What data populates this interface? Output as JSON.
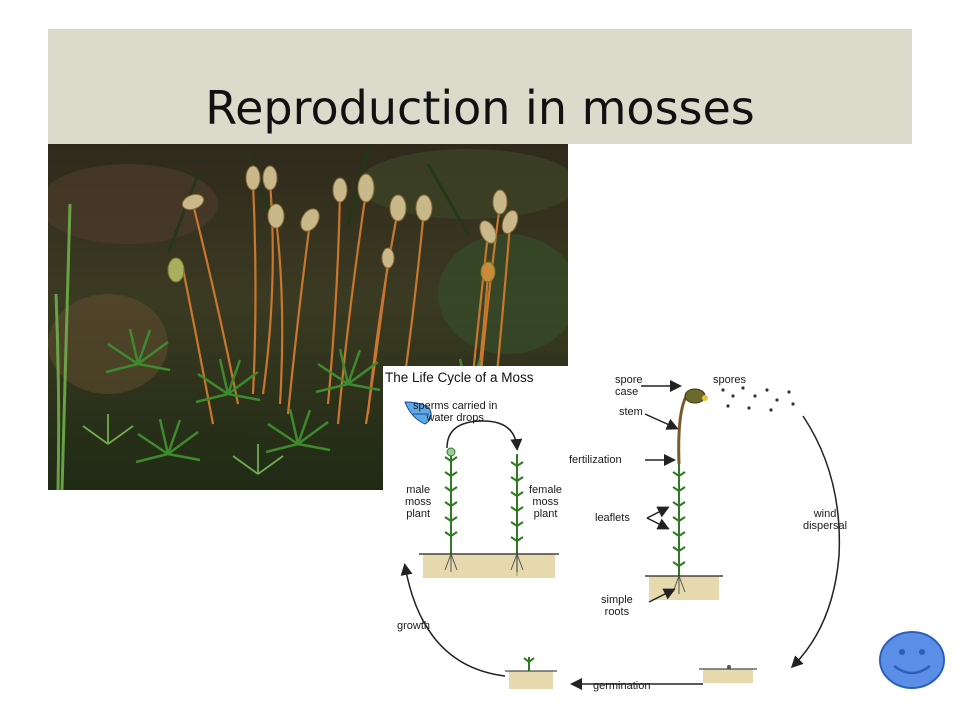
{
  "slide": {
    "title": "Reproduction in mosses"
  },
  "photo": {
    "alt": "moss plants with spore capsules"
  },
  "diagram": {
    "title": "The Life Cycle of a Moss",
    "labels": {
      "sperms": "sperms carried in\nwater drops",
      "male": "male\nmoss\nplant",
      "female": "female\nmoss\nplant",
      "spore_case": "spore\ncase",
      "spores": "spores",
      "stem": "stem",
      "fertilization": "fertilization",
      "leaflets": "leaflets",
      "simple_roots": "simple\nroots",
      "wind": "wind\ndispersal",
      "growth": "growth",
      "germination": "germination"
    }
  },
  "colors": {
    "title_bar": "#dcdacb",
    "smiley_fill": "#5b8ee6",
    "smiley_stroke": "#2c5fb8"
  },
  "icons": {
    "nav": "smiley-face-icon"
  }
}
